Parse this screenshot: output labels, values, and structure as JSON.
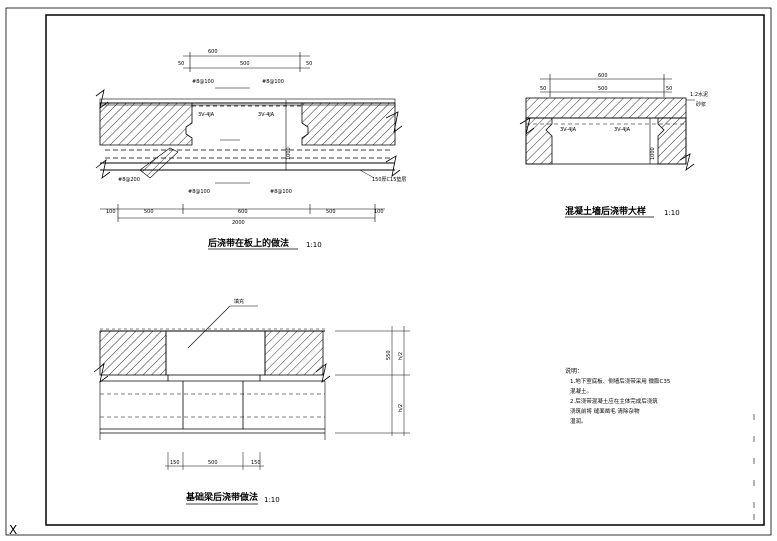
{
  "top_left": {
    "dims_top": [
      "600",
      "500",
      "50",
      "50"
    ],
    "rebar_top": [
      "#8@100",
      "#8@100"
    ],
    "waterstop": [
      "3V-4JA",
      "3V-4JA"
    ],
    "dim_mid": "1000",
    "labels_side": [
      "#8@200",
      "150厚C15垫层"
    ],
    "rebar_bottom": [
      "#8@100",
      "#8@100"
    ],
    "dims_bottom": [
      "100",
      "500",
      "600",
      "500",
      "100"
    ],
    "total": "2000",
    "title": "后浇带在板上的做法",
    "scale": "1:10"
  },
  "top_right": {
    "dims_top": [
      "600",
      "500",
      "50",
      "50"
    ],
    "side_note": [
      "1:2水泥",
      "砂浆"
    ],
    "waterstop": [
      "3V-4JA",
      "3V-4JA"
    ],
    "vert_dim": "1000",
    "title": "混凝土墙后浇带大样",
    "scale": "1:10"
  },
  "bottom_left": {
    "leader": "填充",
    "dim_right": [
      "550",
      "h/2",
      "h/2"
    ],
    "dims_bottom": [
      "150",
      "500",
      "150"
    ],
    "title": "基础梁后浇带做法",
    "scale": "1:10"
  },
  "notes": {
    "heading": "说明：",
    "lines": [
      "1.地下室底板、侧墙后浇带采用    微膨C35",
      "   混凝土。",
      "2.后浇带混凝土应在主体完成后浇筑",
      "   浇筑前将    缝面凿毛    清除杂物",
      "   湿润。"
    ]
  },
  "corner_mark": "X"
}
